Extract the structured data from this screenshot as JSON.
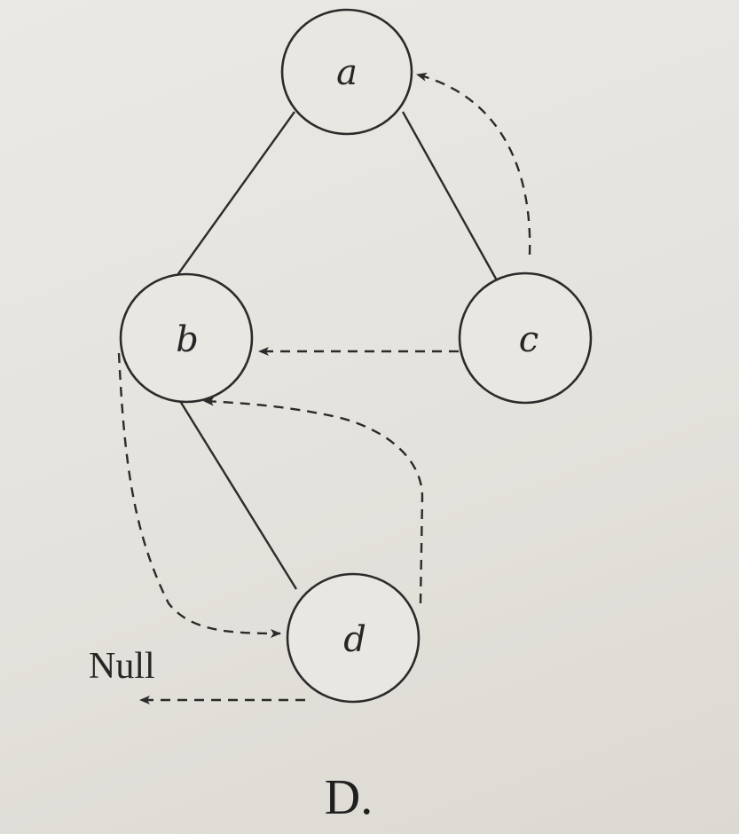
{
  "diagram": {
    "nodes": {
      "a": "a",
      "b": "b",
      "c": "c",
      "d": "d"
    },
    "null_label": "Null",
    "caption": "D."
  },
  "colors": {
    "ink": "#2b2b2b",
    "paper": "#e6e4df"
  }
}
